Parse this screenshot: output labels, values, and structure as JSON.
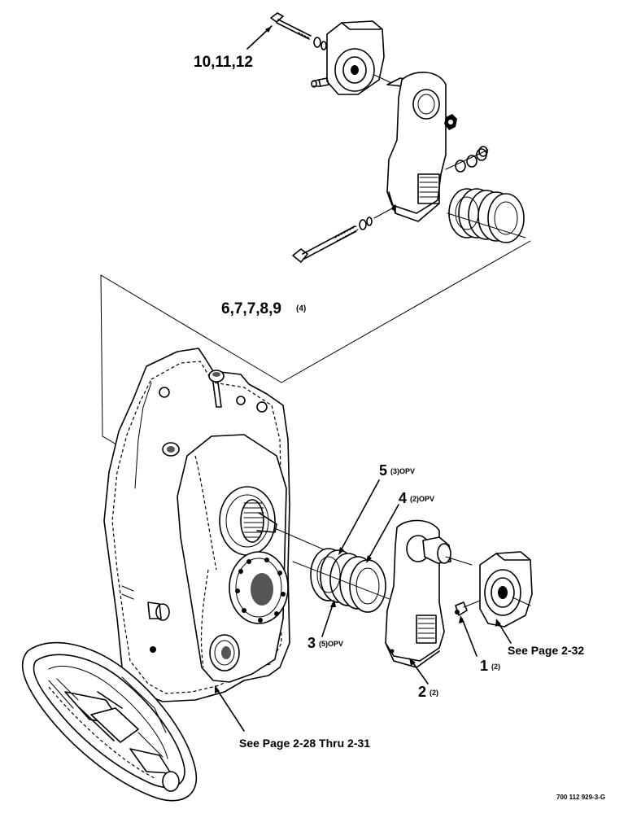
{
  "callouts": {
    "c10_11_12": "10,11,12",
    "c6_9": "6,7,7,8,9",
    "c6_9_qty": "(4)",
    "c5": "5",
    "c5_qty": "(3)OPV",
    "c4": "4",
    "c4_qty": "(2)OPV",
    "c3": "3",
    "c3_qty": "(5)OPV",
    "c1": "1",
    "c1_qty": "(2)",
    "c2": "2",
    "c2_qty": "(2)"
  },
  "references": {
    "see_page_2_32": "See Page 2-32",
    "see_page_2_28": "See Page 2-28 Thru 2-31"
  },
  "drawing_number": "700 112 929-3-G"
}
